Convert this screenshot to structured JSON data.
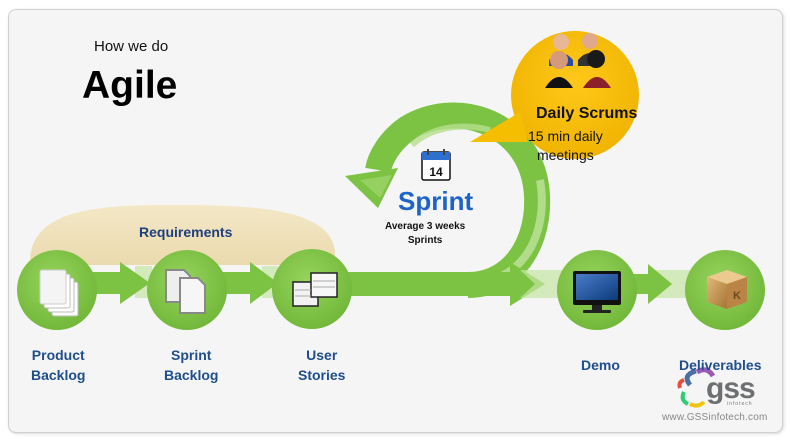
{
  "header": {
    "subtitle": "How we do",
    "title": "Agile"
  },
  "requirements": {
    "label": "Requirements"
  },
  "sprint": {
    "calendar_day": "14",
    "title": "Sprint",
    "subtitle_line1": "Average 3 weeks",
    "subtitle_line2": "Sprints"
  },
  "daily_scrums": {
    "title": "Daily Scrums",
    "line1": "15 min daily",
    "line2": "meetings",
    "icon": "people-group-icon"
  },
  "steps": [
    {
      "label_line1": "Product",
      "label_line2": "Backlog",
      "icon": "document-stack-icon"
    },
    {
      "label_line1": "Sprint",
      "label_line2": "Backlog",
      "icon": "documents-copy-icon"
    },
    {
      "label_line1": "User",
      "label_line2": "Stories",
      "icon": "cards-icon"
    },
    {
      "label_line1": "Demo",
      "label_line2": "",
      "icon": "monitor-icon"
    },
    {
      "label_line1": "Deliverables",
      "label_line2": "",
      "icon": "package-box-icon"
    }
  ],
  "branding": {
    "logo_text": "gss",
    "logo_sub": "infotech",
    "url": "www.GSSinfotech.com"
  },
  "colors": {
    "green": "#7cc243",
    "green_light": "#b9e08f",
    "yellow": "#f5be00",
    "sprint_blue": "#1e64c8",
    "label_blue": "#1f4e8c",
    "requirements_band": "#efe1b8"
  }
}
